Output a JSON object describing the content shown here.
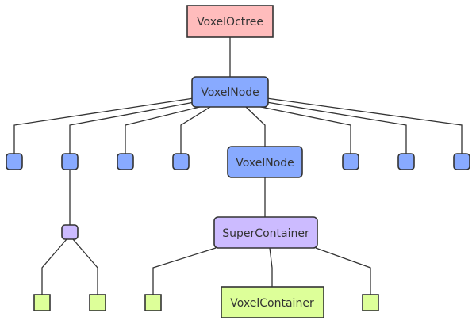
{
  "nodes": {
    "octree": {
      "label": "VoxelOctree",
      "fill": "#ffbcbc",
      "stroke": "#333333"
    },
    "root_node": {
      "label": "VoxelNode",
      "fill": "#88aaff",
      "stroke": "#333333"
    },
    "child_node": {
      "label": "VoxelNode",
      "fill": "#88aaff",
      "stroke": "#333333"
    },
    "super_container": {
      "label": "SuperContainer",
      "fill": "#ccbbff",
      "stroke": "#333333"
    },
    "voxel_container": {
      "label": "VoxelContainer",
      "fill": "#ddff99",
      "stroke": "#333333"
    }
  },
  "colors": {
    "node": "#88aaff",
    "super": "#ccbbff",
    "container": "#ddff99",
    "edge": "#333333"
  }
}
